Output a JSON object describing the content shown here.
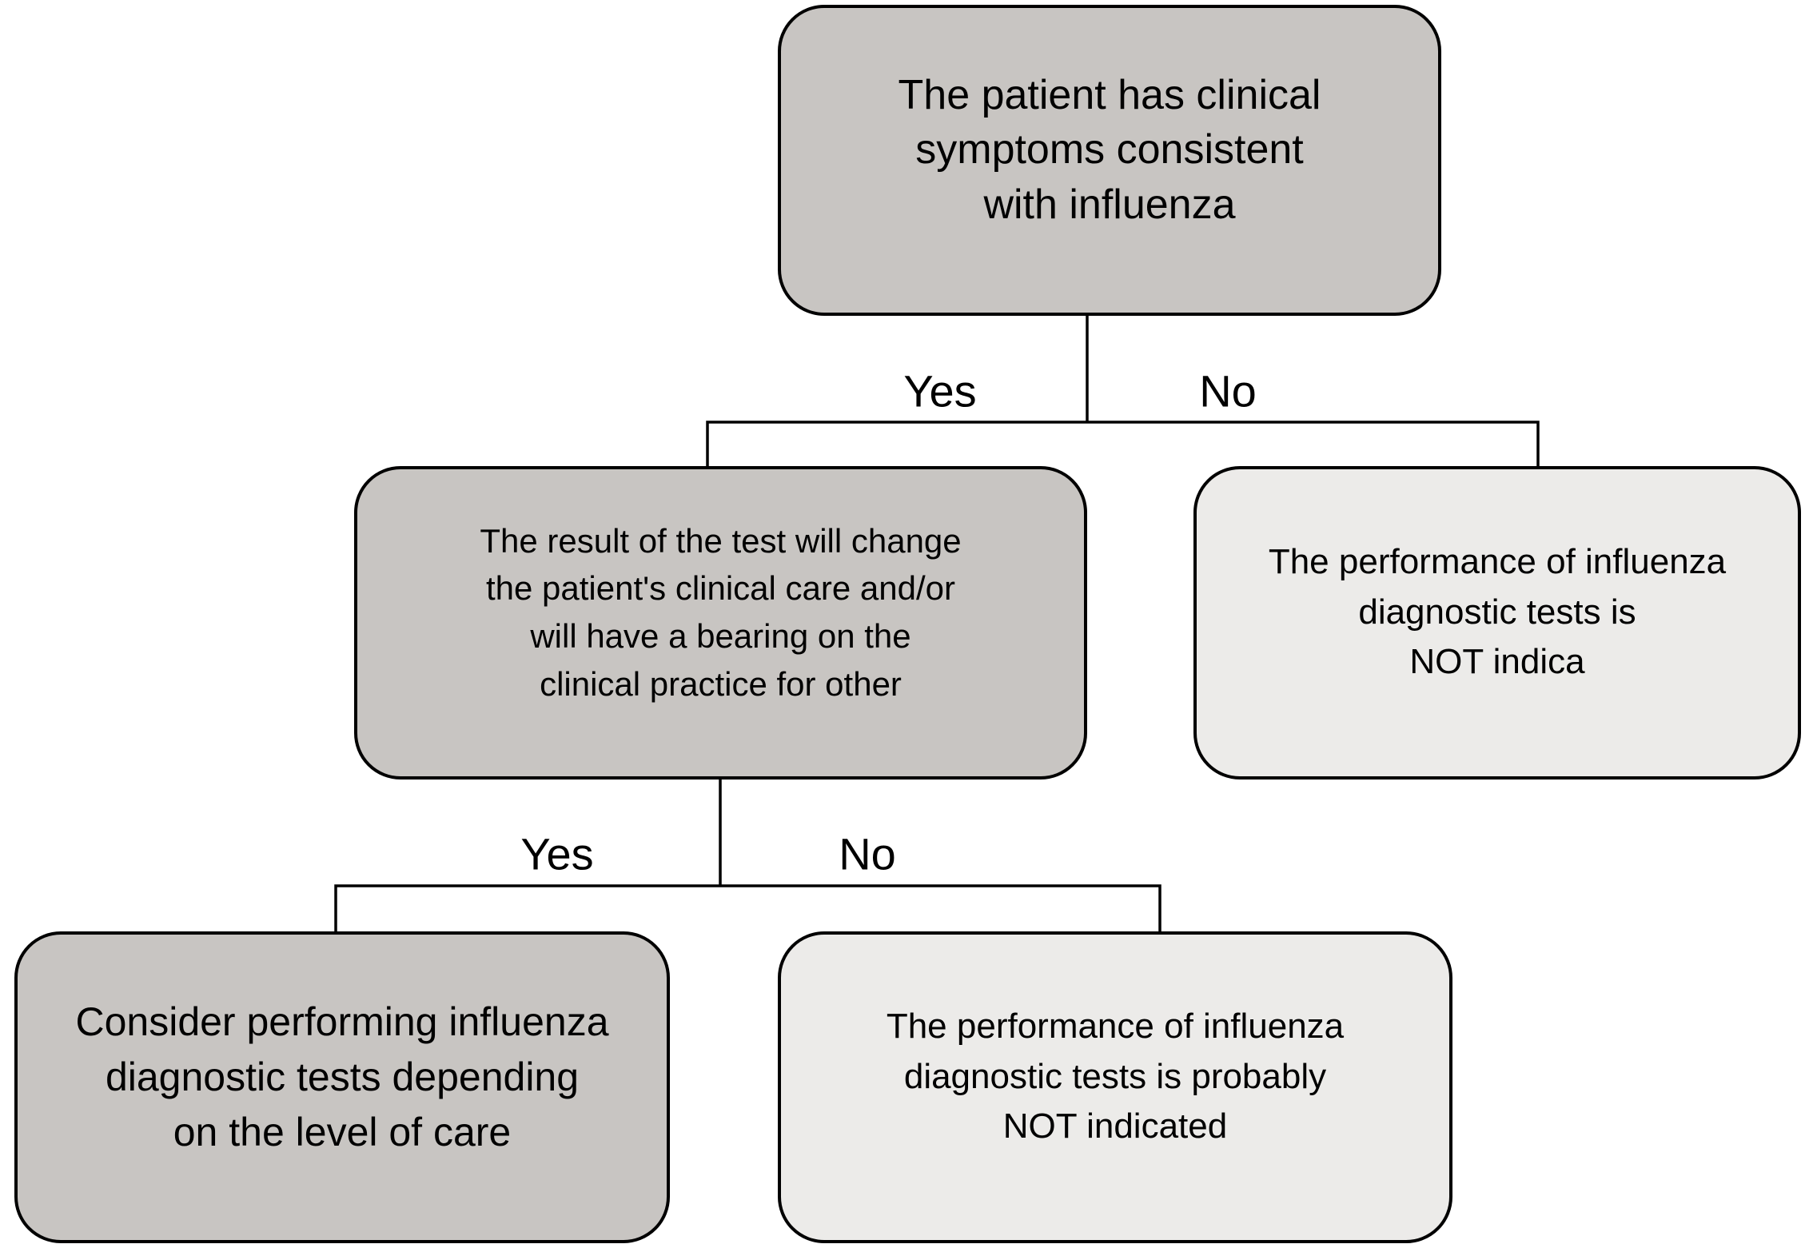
{
  "colors": {
    "background": "#ffffff",
    "decision_fill": "#c8c5c2",
    "outcome_fill": "#ecebe9",
    "border": "#000000",
    "text": "#000000",
    "connector": "#000000"
  },
  "flowchart": {
    "nodes": [
      {
        "id": "root",
        "type": "decision",
        "text": "The patient has clinical\nsymptoms consistent\nwith influenza"
      },
      {
        "id": "test-will-change",
        "type": "decision",
        "text": "The result of the test will change\nthe patient's clinical care and/or\nwill have a bearing on the\nclinical practice for other"
      },
      {
        "id": "not-indicated",
        "type": "outcome",
        "text": "The performance of influenza\ndiagnostic tests is\nNOT indica"
      },
      {
        "id": "consider-testing",
        "type": "decision",
        "text": "Consider performing influenza\ndiagnostic tests depending\non the level of care"
      },
      {
        "id": "probably-not-indicated",
        "type": "outcome",
        "text": "The performance of influenza\ndiagnostic tests is probably\nNOT indicated"
      }
    ],
    "edge_labels": {
      "branch1_yes": "Yes",
      "branch1_no": "No",
      "branch2_yes": "Yes",
      "branch2_no": "No"
    }
  }
}
